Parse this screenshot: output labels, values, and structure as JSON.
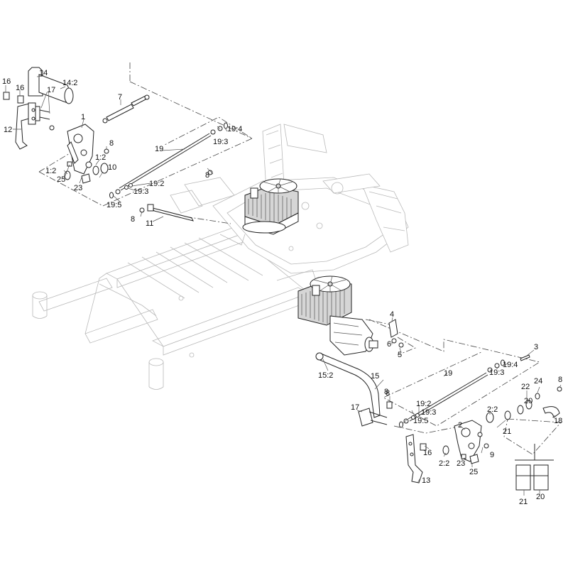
{
  "callouts": [
    {
      "id": "c01",
      "text": "16"
    },
    {
      "id": "c02",
      "text": "14"
    },
    {
      "id": "c03",
      "text": "14:2"
    },
    {
      "id": "c04",
      "text": "16"
    },
    {
      "id": "c05",
      "text": "7"
    },
    {
      "id": "c06",
      "text": "17"
    },
    {
      "id": "c07",
      "text": "1"
    },
    {
      "id": "c08",
      "text": "12"
    },
    {
      "id": "c09",
      "text": "19:4"
    },
    {
      "id": "c10",
      "text": "19"
    },
    {
      "id": "c11",
      "text": "19:3"
    },
    {
      "id": "c12",
      "text": "8"
    },
    {
      "id": "c13",
      "text": "1:2"
    },
    {
      "id": "c14",
      "text": "10"
    },
    {
      "id": "c15",
      "text": "1:2"
    },
    {
      "id": "c16",
      "text": "8"
    },
    {
      "id": "c17",
      "text": "25"
    },
    {
      "id": "c18",
      "text": "23"
    },
    {
      "id": "c19",
      "text": "19:2"
    },
    {
      "id": "c20",
      "text": "19:3"
    },
    {
      "id": "c21",
      "text": "19:5"
    },
    {
      "id": "c22",
      "text": "8"
    },
    {
      "id": "c23",
      "text": "11"
    },
    {
      "id": "c24",
      "text": "4"
    },
    {
      "id": "c25",
      "text": "6"
    },
    {
      "id": "c26",
      "text": "5"
    },
    {
      "id": "c27",
      "text": "3"
    },
    {
      "id": "c28",
      "text": "19"
    },
    {
      "id": "c29",
      "text": "19:4"
    },
    {
      "id": "c30",
      "text": "19:3"
    },
    {
      "id": "c31",
      "text": "15:2"
    },
    {
      "id": "c32",
      "text": "15"
    },
    {
      "id": "c33",
      "text": "8"
    },
    {
      "id": "c34",
      "text": "24"
    },
    {
      "id": "c35",
      "text": "22"
    },
    {
      "id": "c36",
      "text": "8"
    },
    {
      "id": "c37",
      "text": "2:2"
    },
    {
      "id": "c38",
      "text": "20"
    },
    {
      "id": "c39",
      "text": "18"
    },
    {
      "id": "c40",
      "text": "17"
    },
    {
      "id": "c41",
      "text": "8"
    },
    {
      "id": "c42",
      "text": "19:2"
    },
    {
      "id": "c43",
      "text": "19:3"
    },
    {
      "id": "c44",
      "text": "19:5"
    },
    {
      "id": "c45",
      "text": "2"
    },
    {
      "id": "c46",
      "text": "21"
    },
    {
      "id": "c47",
      "text": "16"
    },
    {
      "id": "c48",
      "text": "9"
    },
    {
      "id": "c49",
      "text": "2:2"
    },
    {
      "id": "c50",
      "text": "23"
    },
    {
      "id": "c51",
      "text": "25"
    },
    {
      "id": "c52",
      "text": "13"
    },
    {
      "id": "c53",
      "text": "21"
    },
    {
      "id": "c54",
      "text": "20"
    }
  ]
}
